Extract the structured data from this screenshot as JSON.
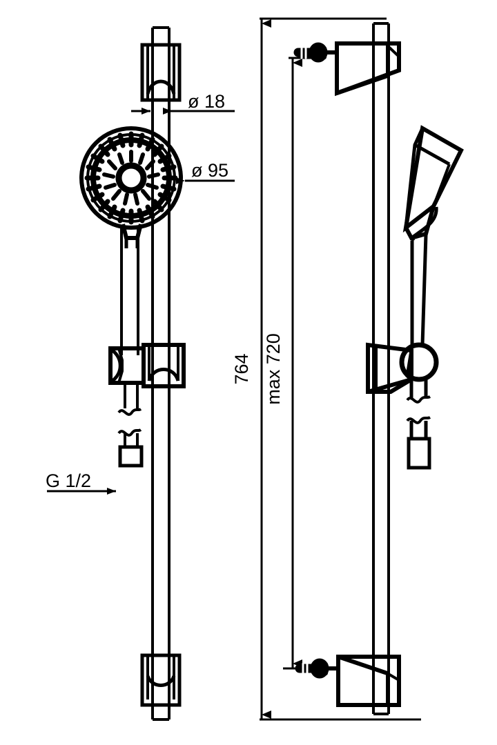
{
  "drawing": {
    "type": "technical-dimension-drawing",
    "subject": "shower rail set with hand shower",
    "background_color": "#ffffff",
    "line_color": "#000000",
    "views": [
      {
        "name": "front-view",
        "position": "left"
      },
      {
        "name": "side-view",
        "position": "right"
      }
    ]
  },
  "dimensions": {
    "diameter_rail": "ø 18",
    "diameter_head": "ø 95",
    "total_height": "764",
    "max_height": "max 720",
    "thread": "G 1/2"
  },
  "annotations": [
    {
      "id": "dia-18",
      "text": "ø 18",
      "kind": "linear-dimension",
      "view": "front-view"
    },
    {
      "id": "dia-95",
      "text": "ø 95",
      "kind": "leader-dimension",
      "view": "front-view"
    },
    {
      "id": "thread",
      "text": "G 1/2",
      "kind": "leader-note",
      "view": "front-view"
    },
    {
      "id": "h-764",
      "text": "764",
      "kind": "vertical-dimension",
      "view": "side-view"
    },
    {
      "id": "h-720",
      "text": "max 720",
      "kind": "vertical-dimension",
      "view": "side-view"
    }
  ],
  "parts": [
    {
      "id": "top-bracket",
      "name": "upper wall bracket"
    },
    {
      "id": "bottom-bracket",
      "name": "lower wall bracket"
    },
    {
      "id": "slide-holder",
      "name": "sliding shower holder"
    },
    {
      "id": "shower-head",
      "name": "hand shower spray face"
    },
    {
      "id": "shower-rail",
      "name": "vertical slide rail"
    },
    {
      "id": "shower-hose",
      "name": "flexible shower hose"
    },
    {
      "id": "hose-connector",
      "name": "hose connector nut"
    },
    {
      "id": "wall-anchor",
      "name": "wall anchor screw"
    }
  ]
}
